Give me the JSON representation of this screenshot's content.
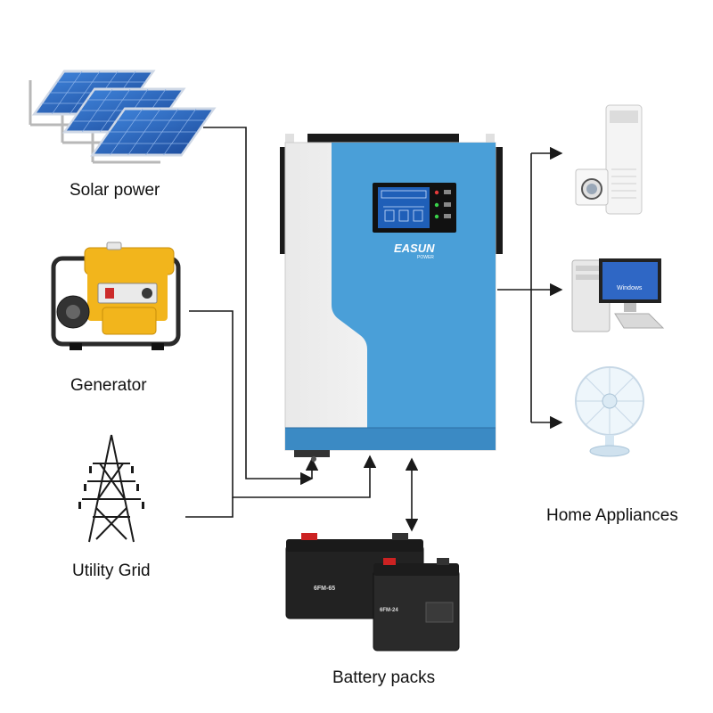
{
  "sources": {
    "solar_label": "Solar power",
    "generator_label": "Generator",
    "grid_label": "Utility Grid"
  },
  "outputs": {
    "home_label": "Home Appliances"
  },
  "storage": {
    "battery_label": "Battery packs",
    "battery_large_model": "6FM-65",
    "battery_small_model": "6FM-24"
  },
  "inverter": {
    "brand_main": "EASUN",
    "brand_sub": "POWER"
  },
  "appliances": {
    "pc_os_label": "Windows"
  },
  "colors": {
    "inverter_blue": "#4a9fd8",
    "inverter_dark_blue": "#3b8ac4",
    "lcd_screen": "#1f5fb8",
    "generator_yellow": "#f2b51c",
    "solar_panel": "#2f6fc6",
    "line": "#1a1a1a"
  }
}
